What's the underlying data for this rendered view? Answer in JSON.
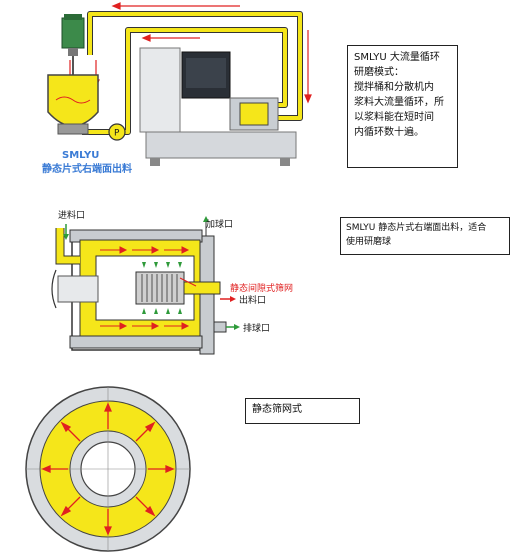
{
  "section1": {
    "title_line1": "SMLYU",
    "title_line2": "静态片式右端面出料",
    "pump_label": "P",
    "note_lines": [
      "SMLYU 大流量循环",
      "研磨模式：",
      "搅拌桶和分散机内",
      "浆料大流量循环，所",
      "以浆料能在短时间",
      "内循环数十遍。"
    ]
  },
  "section2": {
    "inlet_label": "进料口",
    "fill_label": "加球口",
    "screen_label": "静态间隙式筛网",
    "outlet_label": "出料口",
    "drain_label": "排球口",
    "note_lines": [
      "SMLYU 静态片式右端面出料，适合",
      "使用研磨球"
    ]
  },
  "section3": {
    "note": "静态筛网式"
  },
  "colors": {
    "yellow": "#f5e61a",
    "red": "#e02020",
    "green": "#2e9a3a",
    "blue_label": "#3a7bd5",
    "steel": "#9aa0a6"
  }
}
